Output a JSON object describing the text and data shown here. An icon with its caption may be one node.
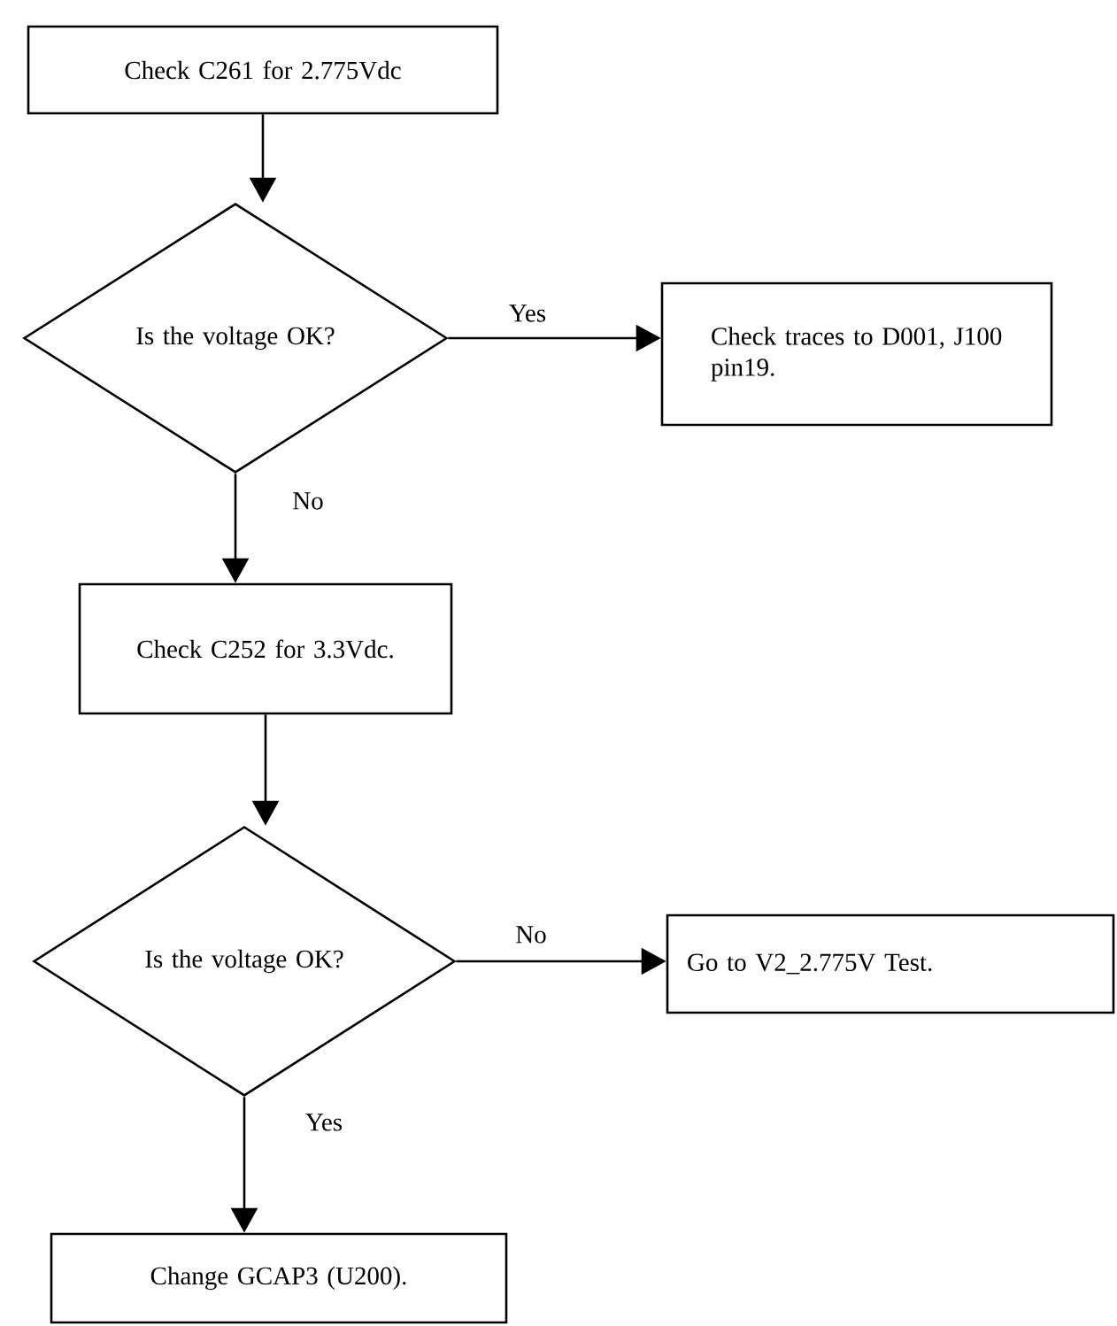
{
  "diagram": {
    "nodes": [
      {
        "text": [
          "Check C261 for 2.775Vdc"
        ]
      },
      {
        "text": [
          "Is the voltage OK?"
        ]
      },
      {
        "text": [
          "Check traces to D001, J100 pin19."
        ]
      },
      {
        "text": [
          "Check C252 for 3.3Vdc."
        ]
      },
      {
        "text": [
          "Is the voltage OK?"
        ]
      },
      {
        "text": [
          "Go to V2_2.775V Test."
        ]
      },
      {
        "text": [
          "Change GCAP3 (U200)."
        ]
      }
    ],
    "edges": [
      {
        "from": 0,
        "to": 1,
        "arrow": "to"
      },
      {
        "from": 1,
        "to": 2,
        "arrow": "to",
        "label": "Yes"
      },
      {
        "from": 1,
        "to": 3,
        "arrow": "to",
        "label": "No"
      },
      {
        "from": 3,
        "to": 4,
        "arrow": "to"
      },
      {
        "from": 4,
        "to": 5,
        "arrow": "to",
        "label": "No"
      },
      {
        "from": 4,
        "to": 6,
        "arrow": "to",
        "label": "Yes"
      }
    ]
  }
}
